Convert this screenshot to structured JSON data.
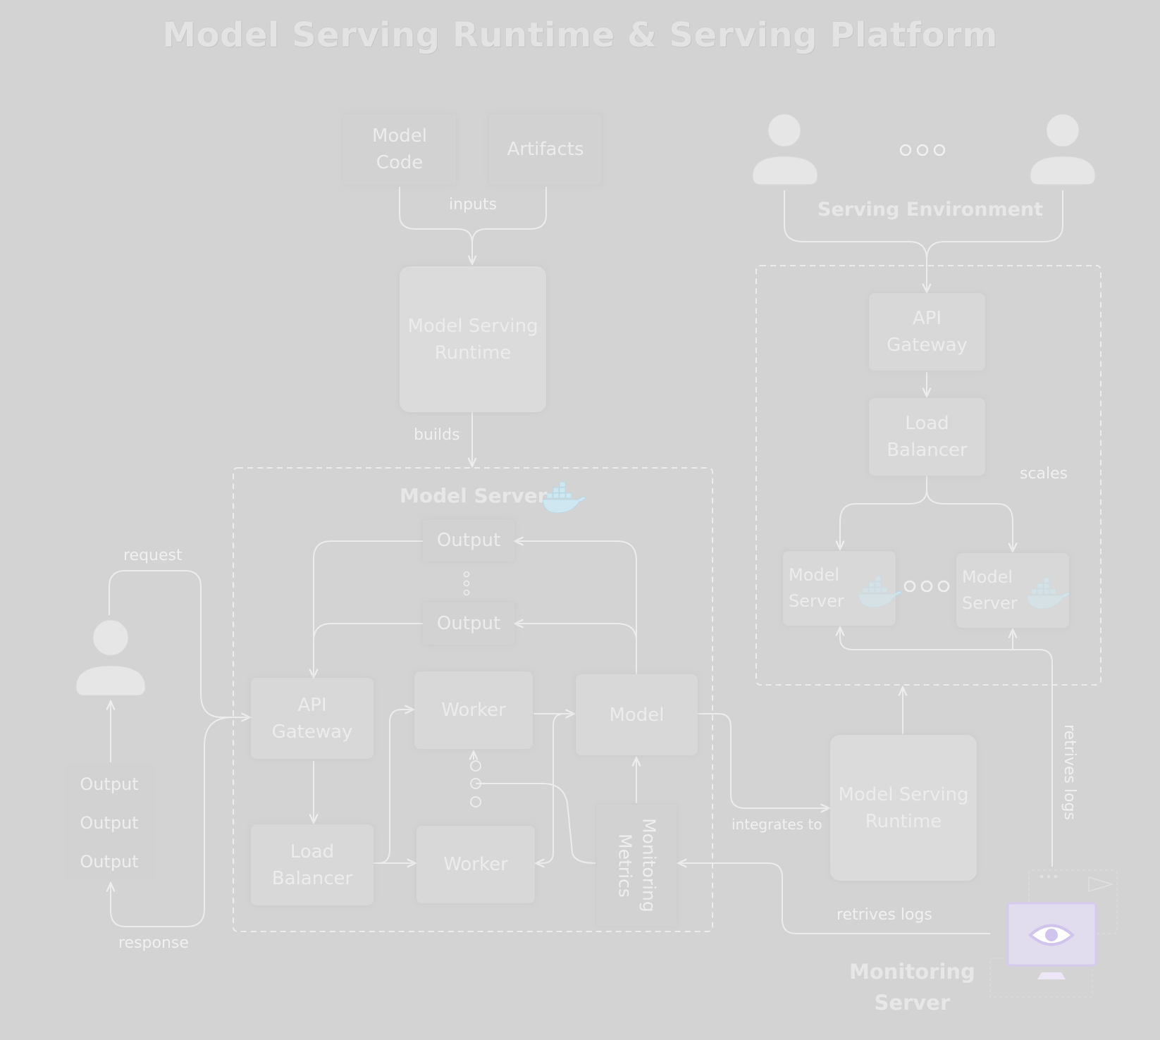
{
  "title": "Model Serving Runtime & Serving Platform",
  "inputs": {
    "model_code": "Model\nCode",
    "artifacts": "Artifacts",
    "label": "inputs"
  },
  "runtime_top": {
    "label": "Model Serving\nRuntime",
    "edge_label": "builds"
  },
  "model_server": {
    "title": "Model Server",
    "outputs": [
      "Output",
      "Output"
    ],
    "api_gateway": "API\nGateway",
    "load_balancer": "Load\nBalancer",
    "workers": [
      "Worker",
      "Worker"
    ],
    "model": "Model",
    "monitoring_metrics": "Monitoring\nMetrics"
  },
  "client": {
    "request_label": "request",
    "response_label": "response",
    "outputs": [
      "Output",
      "Output",
      "Output"
    ]
  },
  "serving_environment": {
    "label": "Serving Environment",
    "api_gateway": "API\nGateway",
    "load_balancer": "Load\nBalancer",
    "scales_label": "scales",
    "model_servers": [
      "Model\nServer",
      "Model\nServer"
    ]
  },
  "runtime_bottom": {
    "label": "Model Serving\nRuntime",
    "edge_label": "integrates to"
  },
  "monitoring": {
    "label": "Monitoring\nServer",
    "retrieves_logs_1": "retrives logs",
    "retrieves_logs_2": "retrives logs"
  },
  "colors": {
    "background": "#d3d3d3",
    "line": "#ededed",
    "docker": "#c8e6f3",
    "monitor_accent": "#d9d0ee"
  },
  "icons": [
    "user-icon",
    "docker-whale-icon",
    "monitor-eye-icon",
    "ellipsis-icon"
  ]
}
